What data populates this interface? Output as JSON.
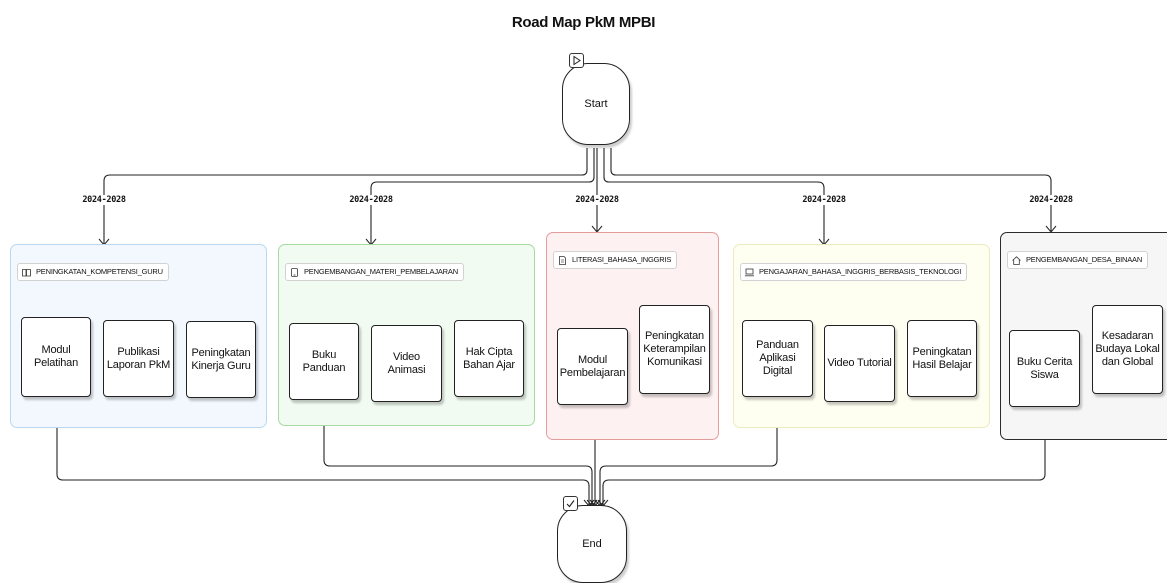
{
  "title": "Road Map PkM MPBI",
  "start": {
    "label": "Start",
    "icon": "play-icon"
  },
  "end": {
    "label": "End",
    "icon": "check-icon"
  },
  "edge_label": "2024-2028",
  "groups": [
    {
      "label": "PENINGKATAN_KOMPETENSI_GURU",
      "icon": "book-icon",
      "nodes": [
        "Modul\nPelatihan",
        "Publikasi\nLaporan PkM",
        "Peningkatan\nKinerja Guru"
      ]
    },
    {
      "label": "PENGEMBANGAN_MATERI_PEMBELAJARAN",
      "icon": "tablet-icon",
      "nodes": [
        "Buku Panduan",
        "Video Animasi",
        "Hak Cipta\nBahan Ajar"
      ]
    },
    {
      "label": "LITERASI_BAHASA_INGGRIS",
      "icon": "document-icon",
      "nodes": [
        "Modul\nPembelajaran",
        "Peningkatan\nKeterampilan\nKomunikasi"
      ]
    },
    {
      "label": "PENGAJARAN_BAHASA_INGGRIS_BERBASIS_TEKNOLOGI",
      "icon": "laptop-icon",
      "nodes": [
        "Panduan\nAplikasi Digital",
        "Video Tutorial",
        "Peningkatan\nHasil Belajar"
      ]
    },
    {
      "label": "PENGEMBANGAN_DESA_BINAAN",
      "icon": "house-icon",
      "nodes": [
        "Buku Cerita\nSiswa",
        "Kesadaran\nBudaya Lokal\ndan Global"
      ]
    }
  ]
}
